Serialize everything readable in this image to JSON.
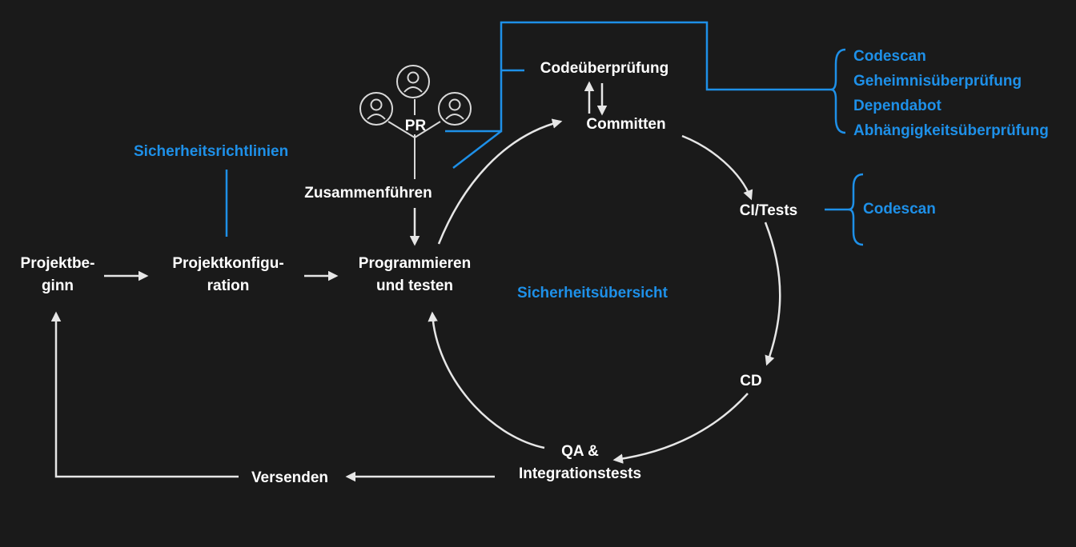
{
  "colors": {
    "background": "#1a1a1a",
    "text": "#ffffff",
    "accent": "#1e90e8",
    "arrow": "#e0e0e0"
  },
  "nodes": {
    "project_start": "Projektbe-\nginn",
    "project_config": "Projektkonfigu-\nration",
    "program_test": "Programmieren\nund testen",
    "merge": "Zusammenführen",
    "pr": "PR",
    "code_review": "Codeüberprüfung",
    "commit": "Committen",
    "ci_tests": "CI/Tests",
    "cd": "CD",
    "qa": "QA &\nIntegrationstests",
    "ship": "Versenden"
  },
  "security": {
    "policies": "Sicherheitsrichtlinien",
    "overview": "Sicherheitsübersicht",
    "commit_tools": [
      "Codescan",
      "Geheimnisüberprüfung",
      "Dependabot",
      "Abhängigkeitsüberprüfung"
    ],
    "ci_tools": [
      "Codescan"
    ]
  },
  "icons": [
    "person-icon",
    "person-icon",
    "person-icon"
  ]
}
